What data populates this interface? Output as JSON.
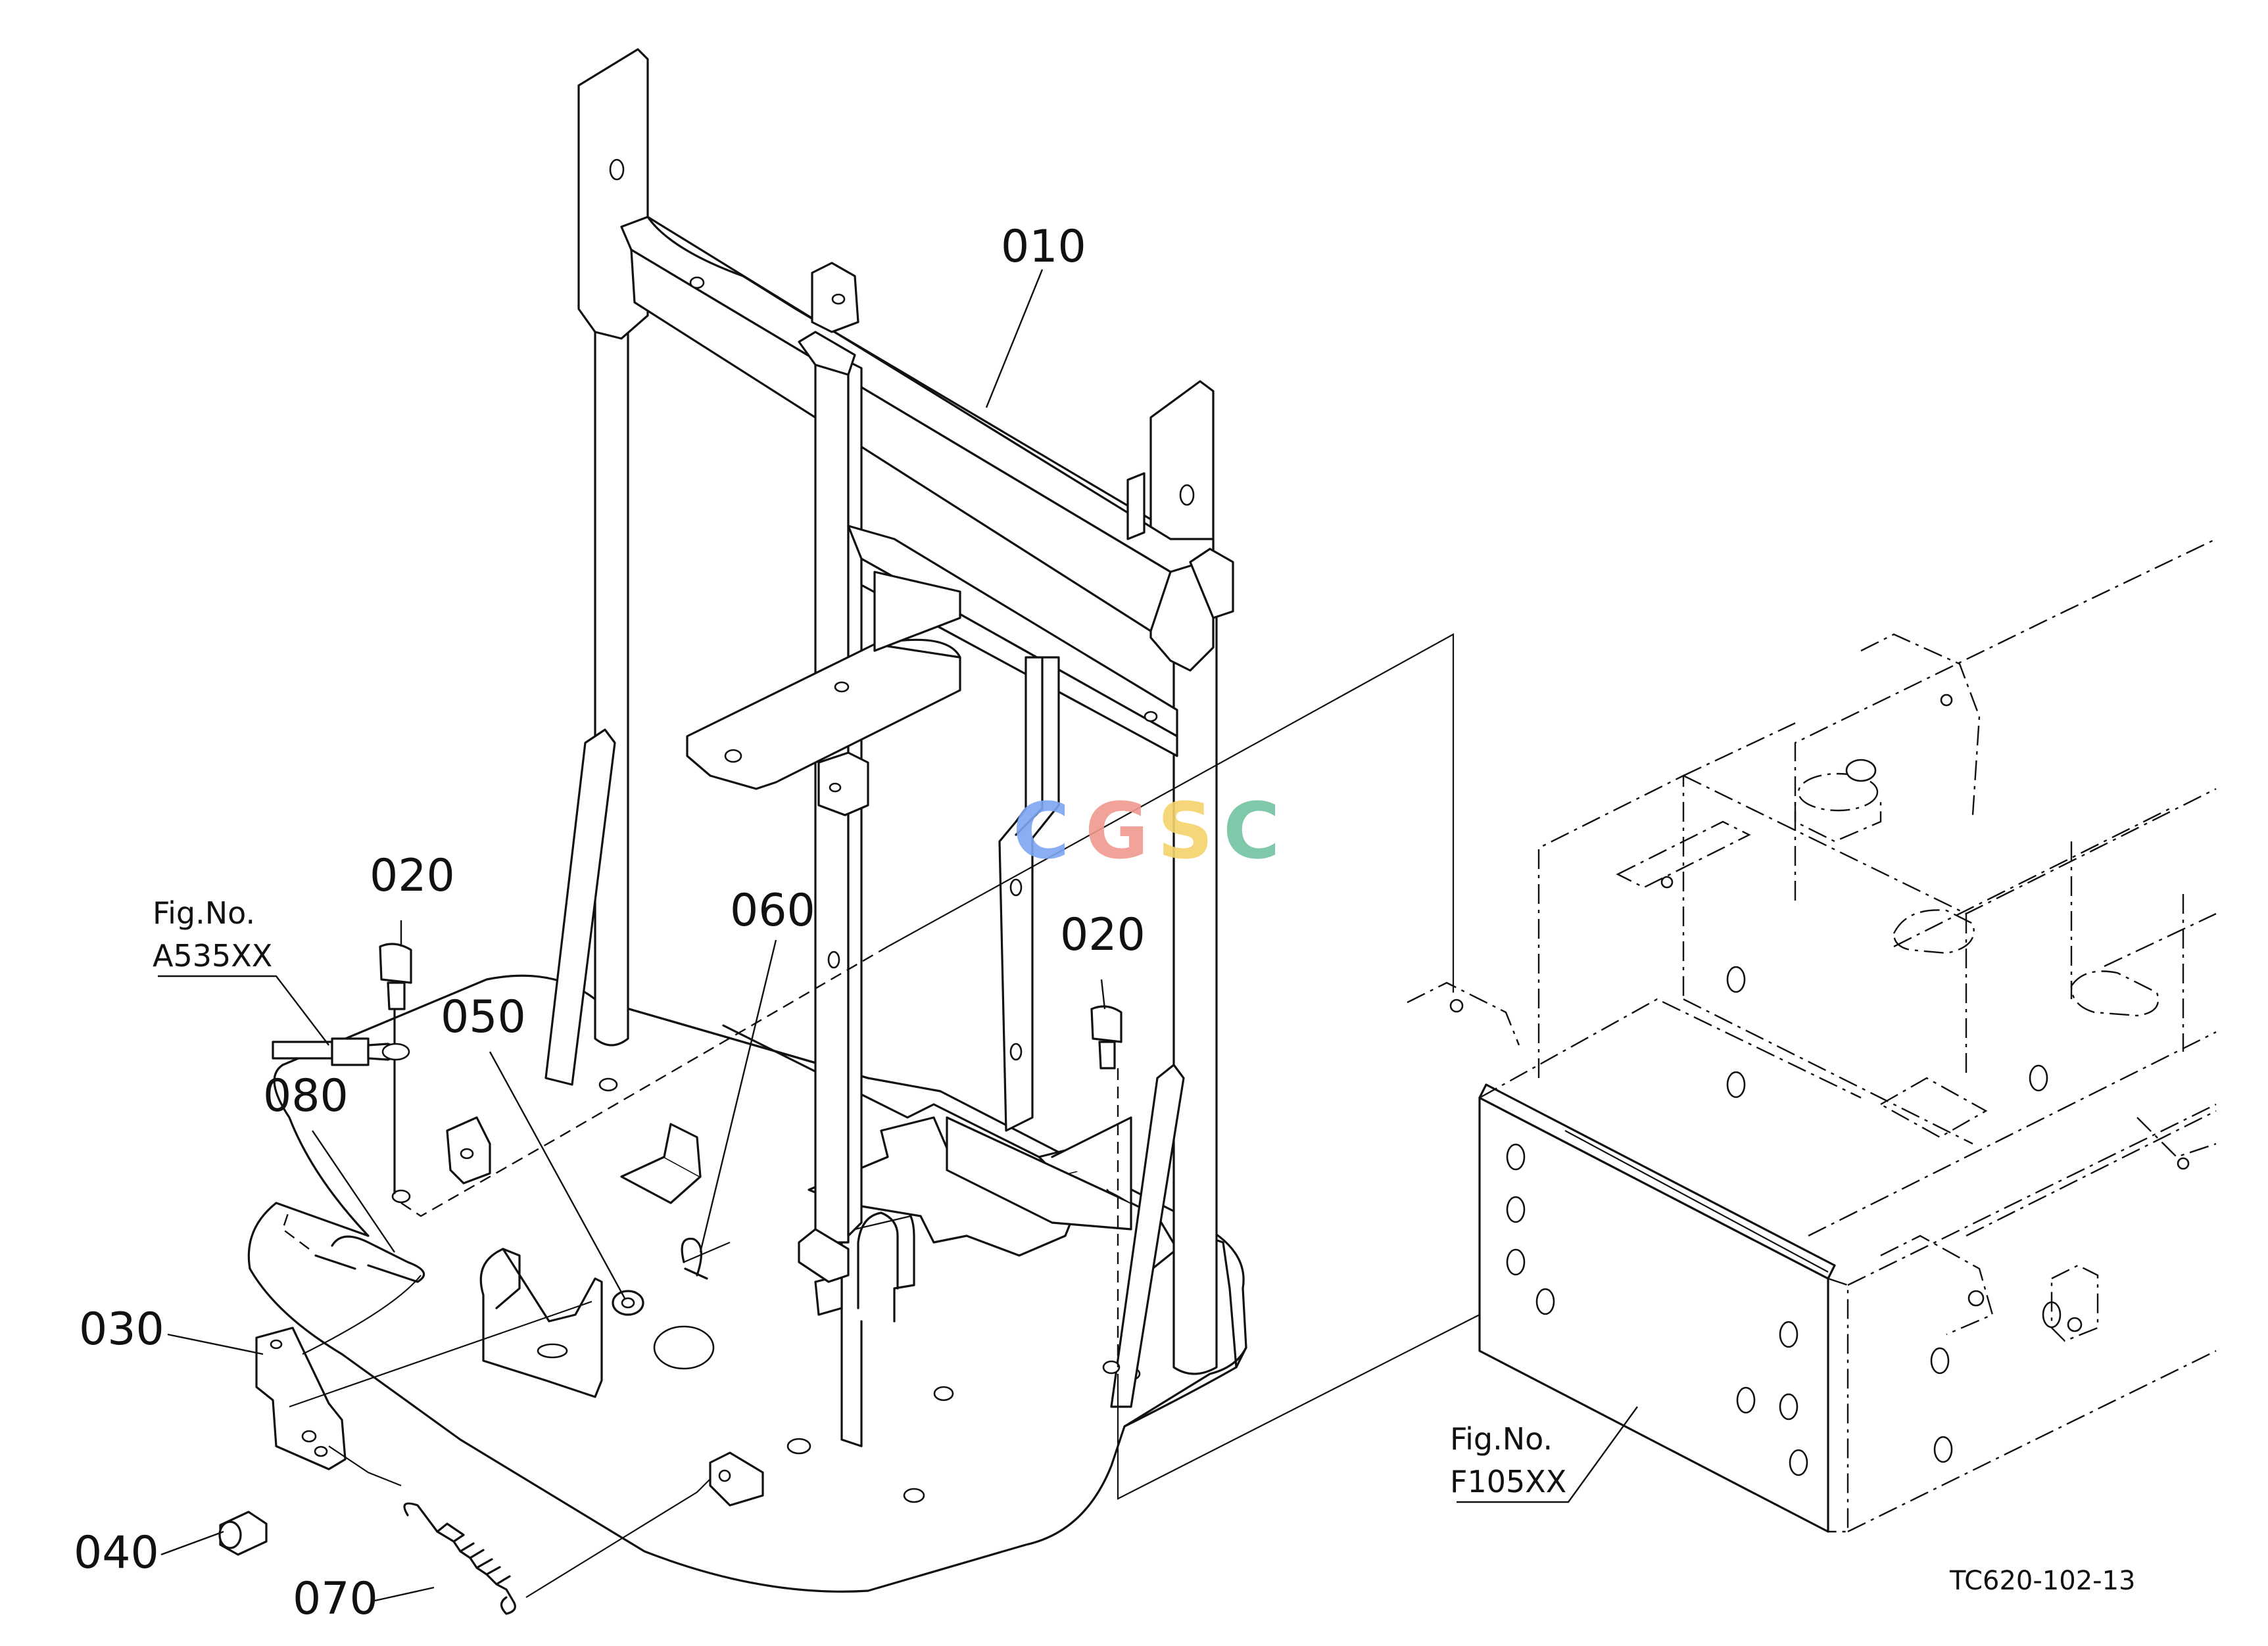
{
  "diagram": {
    "part_labels": [
      "010",
      "020",
      "020",
      "030",
      "040",
      "050",
      "060",
      "070",
      "080"
    ],
    "figure_refs": [
      {
        "caption": "Fig.No.",
        "number": "A535XX"
      },
      {
        "caption": "Fig.No.",
        "number": "F105XX"
      }
    ],
    "drawing_code": "TC620-102-13"
  },
  "watermark": {
    "letters": [
      "C",
      "G",
      "S",
      "C"
    ],
    "colors": [
      "#7ea6f2",
      "#f09a8f",
      "#f4d36c",
      "#73c3a1"
    ]
  }
}
